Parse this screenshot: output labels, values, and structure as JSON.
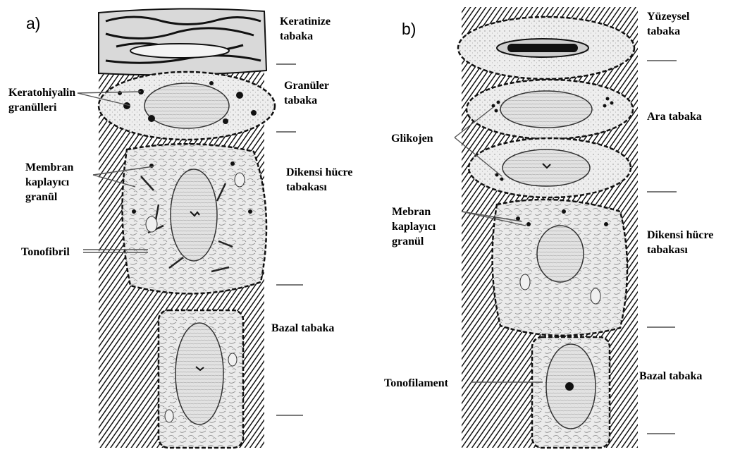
{
  "panel_a": {
    "letter": "a)",
    "layer_labels": {
      "keratinized": "Keratinize\ntabaka",
      "granular": "Granüler\ntabaka",
      "spinous": "Dikensi hücre\ntabakası",
      "basal": "Bazal tabaka"
    },
    "structure_labels": {
      "keratohyalin": "Keratohiyalin\ngranülleri",
      "membrane_coating": "Membran\nkaplayıcı\ngranül",
      "tonofibril": "Tonofibril"
    }
  },
  "panel_b": {
    "letter": "b)",
    "layer_labels": {
      "superficial": "Yüzeysel\ntabaka",
      "intermediate": "Ara tabaka",
      "spinous": "Dikensi hücre\ntabakası",
      "basal": "Bazal tabaka"
    },
    "structure_labels": {
      "glycogen": "Glikojen",
      "membrane_coating": "Mebran\nkaplayıcı\ngranül",
      "tonofilament": "Tonofilament"
    }
  },
  "colors": {
    "ink": "#1a1a1a",
    "cell_fill": "#ececec",
    "nucleus_fill": "#dcdcdc",
    "background_tissue": "#2b2b2b",
    "divider": "#7a7a7a"
  }
}
